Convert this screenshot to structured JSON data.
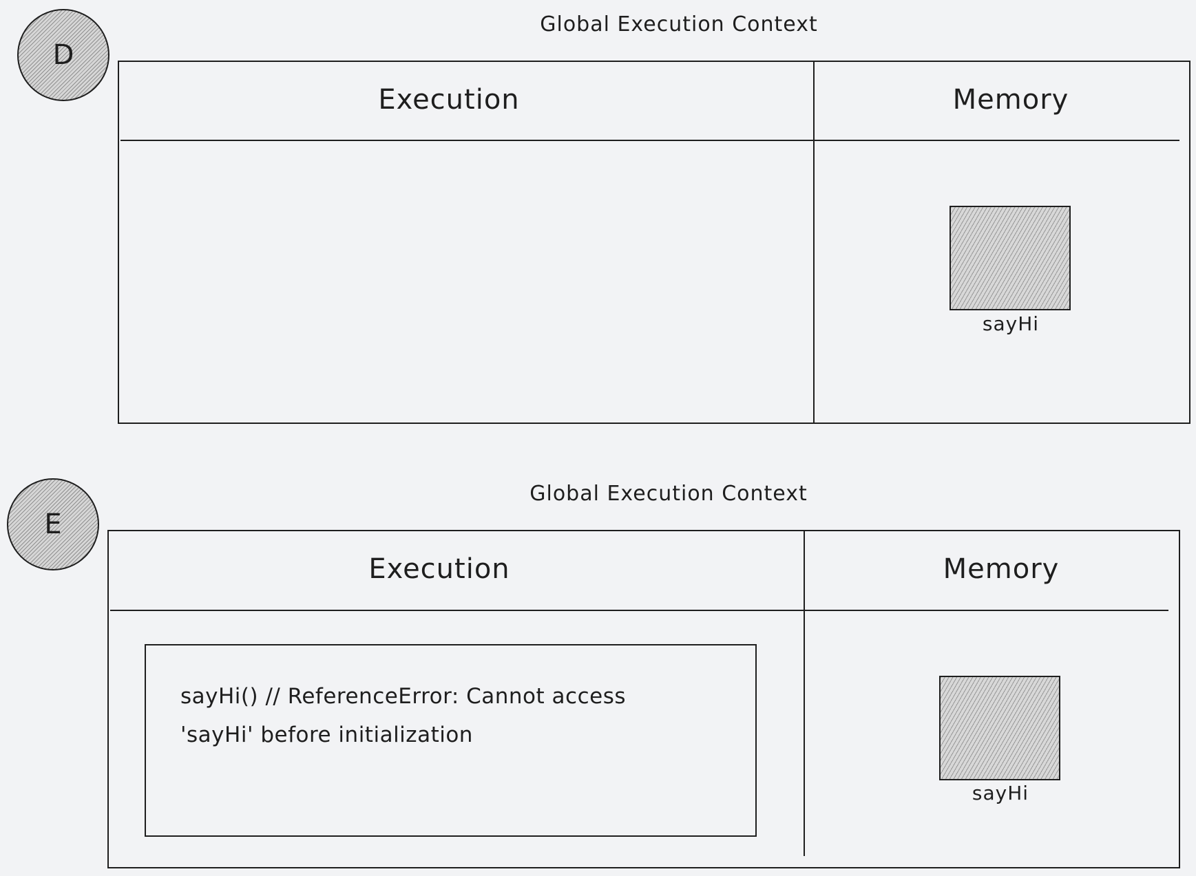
{
  "diagrams": [
    {
      "marker": "D",
      "title": "Global Execution Context",
      "execution_heading": "Execution",
      "memory_heading": "Memory",
      "execution_lines": [],
      "memory_items": [
        "sayHi"
      ]
    },
    {
      "marker": "E",
      "title": "Global Execution Context",
      "execution_heading": "Execution",
      "memory_heading": "Memory",
      "execution_lines": [
        "sayHi() // ReferenceError: Cannot access",
        "'sayHi' before initialization"
      ],
      "memory_items": [
        "sayHi"
      ]
    }
  ],
  "colors": {
    "background": "#f2f3f5",
    "stroke": "#1e1e1e",
    "hatch_fill": "#d8d8d8"
  }
}
